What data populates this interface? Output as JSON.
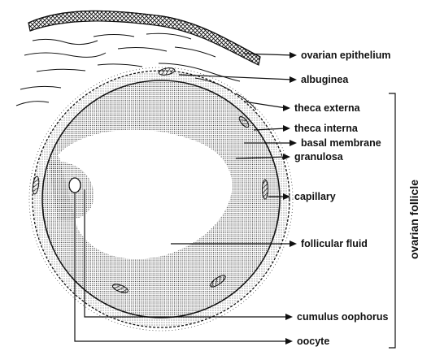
{
  "labels": {
    "ovarian_epithelium": "ovarian epithelium",
    "albuginea": "albuginea",
    "theca_externa": "theca externa",
    "theca_interna": "theca interna",
    "basal_membrane": "basal membrane",
    "granulosa": "granulosa",
    "capillary": "capillary",
    "follicular_fluid": "follicular fluid",
    "cumulus_oophorus": "cumulus oophorus",
    "oocyte": "oocyte"
  },
  "bracket_label": "ovarian follicle"
}
